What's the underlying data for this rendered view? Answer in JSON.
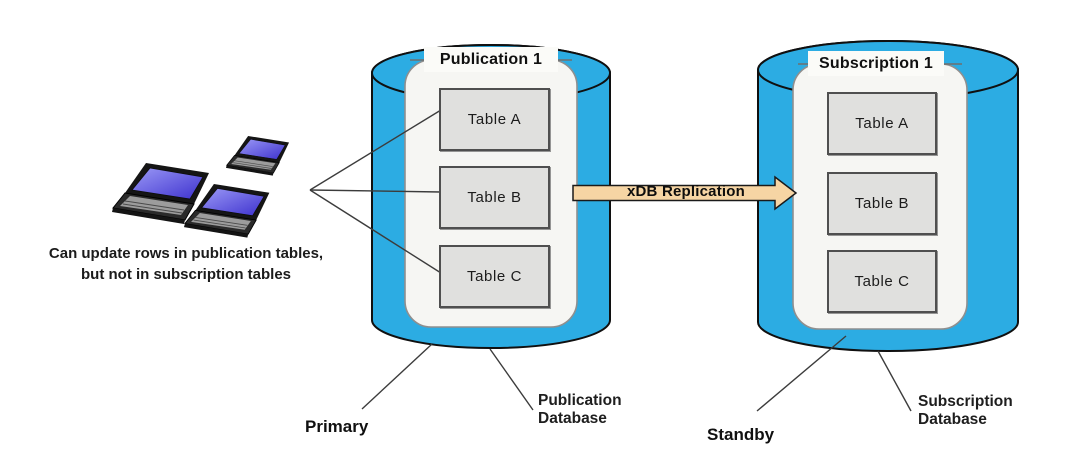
{
  "caption": {
    "line1": "Can update rows in publication tables,",
    "line2": "but not in subscription tables"
  },
  "publication": {
    "title": "Publication 1",
    "tables": [
      "Table A",
      "Table B",
      "Table C"
    ],
    "role_label": "Primary",
    "db_label_line1": "Publication",
    "db_label_line2": "Database"
  },
  "subscription": {
    "title": "Subscription 1",
    "tables": [
      "Table A",
      "Table B",
      "Table C"
    ],
    "role_label": "Standby",
    "db_label_line1": "Subscription",
    "db_label_line2": "Database"
  },
  "arrow": {
    "label": "xDB Replication"
  },
  "colors": {
    "cylinder_fill": "#2CACE3",
    "cylinder_stroke": "#101010",
    "inner_fill": "#F6F6F3",
    "table_fill": "#E0E0DE",
    "arrow_fill": "#F6D5A4",
    "laptop_screen_light": "#9B99F6",
    "laptop_screen_dark": "#3D31CE"
  }
}
